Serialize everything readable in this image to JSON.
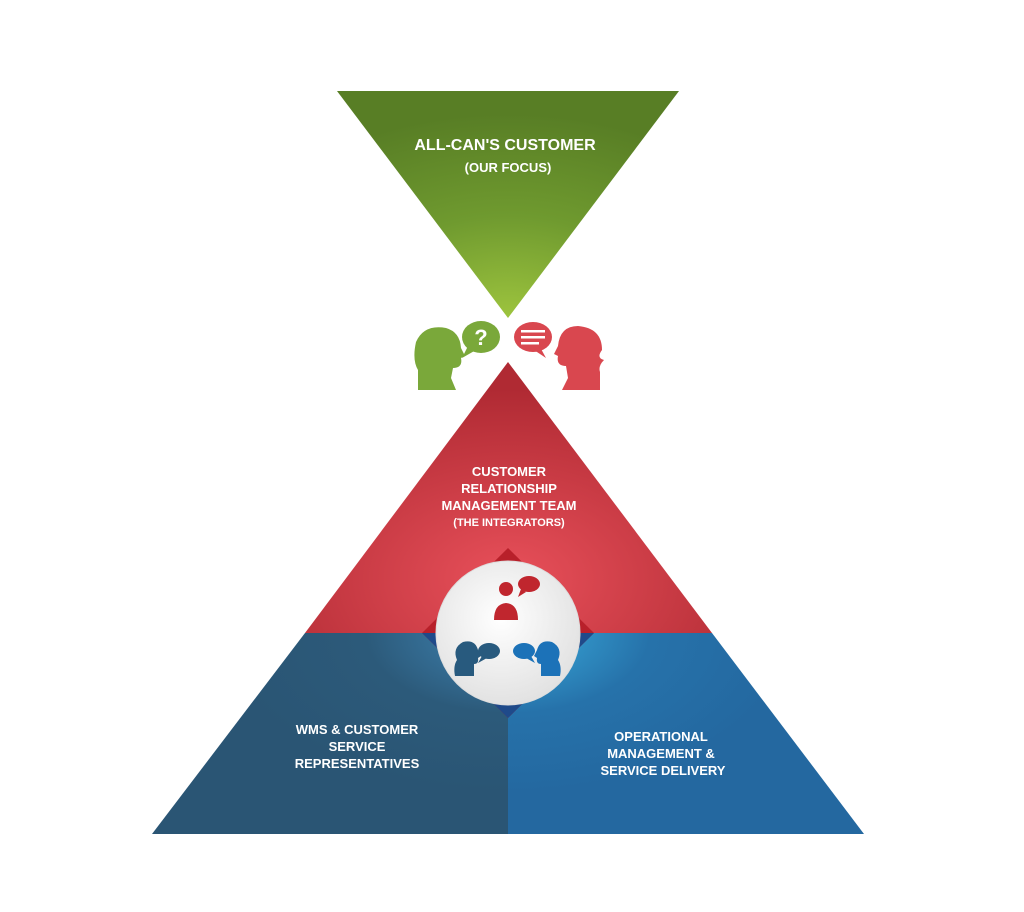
{
  "top": {
    "title": "ALL-CAN'S CUSTOMER",
    "subtitle": "(OUR FOCUS)"
  },
  "middle": {
    "lines": [
      "CUSTOMER",
      "RELATIONSHIP",
      "MANAGEMENT TEAM",
      "(THE INTEGRATORS)"
    ]
  },
  "bottom_left": {
    "lines": [
      "WMS & CUSTOMER",
      "SERVICE",
      "REPRESENTATIVES"
    ]
  },
  "bottom_right": {
    "lines": [
      "OPERATIONAL",
      "MANAGEMENT &",
      "SERVICE DELIVERY"
    ]
  },
  "colors": {
    "green": "#6a9a30",
    "red": "#c9353f",
    "dark_blue": "#2c5a7a",
    "blue": "#2672aa"
  }
}
